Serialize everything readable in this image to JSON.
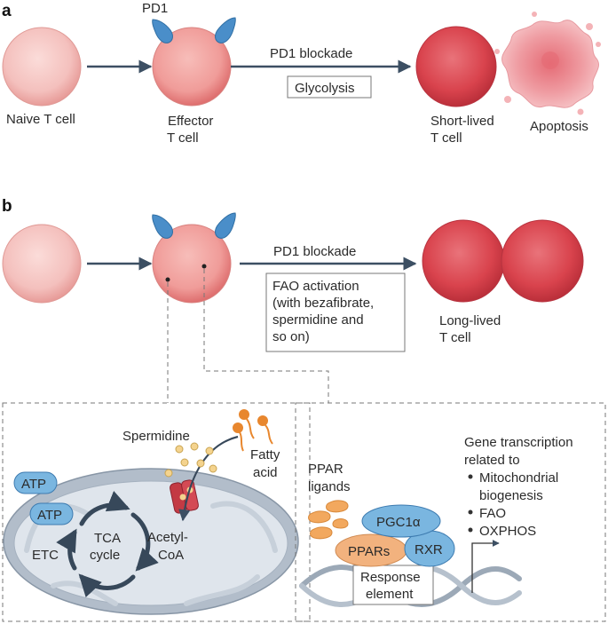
{
  "panel_a": {
    "letter": "a",
    "pd1_label": "PD1",
    "naive_label": "Naive T cell",
    "effector_line1": "Effector",
    "effector_line2": "T cell",
    "blockade_label": "PD1 blockade",
    "glycolysis_label": "Glycolysis",
    "short_line1": "Short-lived",
    "short_line2": "T cell",
    "apoptosis_label": "Apoptosis"
  },
  "panel_b": {
    "letter": "b",
    "blockade_label": "PD1 blockade",
    "fao_lines": [
      "FAO activation",
      "(with bezafibrate,",
      "spermidine and",
      "so on)"
    ],
    "long_line1": "Long-lived",
    "long_line2": "T cell"
  },
  "mito_inset": {
    "spermidine_label": "Spermidine",
    "fatty_line1": "Fatty",
    "fatty_line2": "acid",
    "atp1_label": "ATP",
    "atp2_label": "ATP",
    "etc_label": "ETC",
    "tca_line1": "TCA",
    "tca_line2": "cycle",
    "acetyl_line1": "Acetyl-",
    "acetyl_line2": "CoA"
  },
  "ppar_inset": {
    "ppar_line1": "PPAR",
    "ppar_line2": "ligands",
    "gene_lines": [
      "Gene transcription",
      "related to"
    ],
    "bullets": [
      "Mitochondrial",
      "biogenesis",
      "FAO",
      "OXPHOS"
    ],
    "pgc_label": "PGC1α",
    "ppars_label": "PPARs",
    "rxr_label": "RXR",
    "response_line1": "Response",
    "response_line2": "element"
  },
  "colors": {
    "naive_cell": "#f4c0bd",
    "effector_cell": "#f09c99",
    "red_cell": "#d9434d",
    "pd1_receptor": "#4a8ec9",
    "arrow": "#3c4f63",
    "atp_pill": "#7ab6e0",
    "pgc_pill": "#7ab6e0",
    "ppars_pill": "#f2b27e",
    "ligand": "#f2a85e",
    "fatty_acid": "#e8872e",
    "spermidine_dot": "#f4d38e",
    "transporter": "#c33a44",
    "mito_outer": "#b2bdca",
    "mito_inner": "#dfe5ec",
    "dna": "#9ca9b7"
  }
}
